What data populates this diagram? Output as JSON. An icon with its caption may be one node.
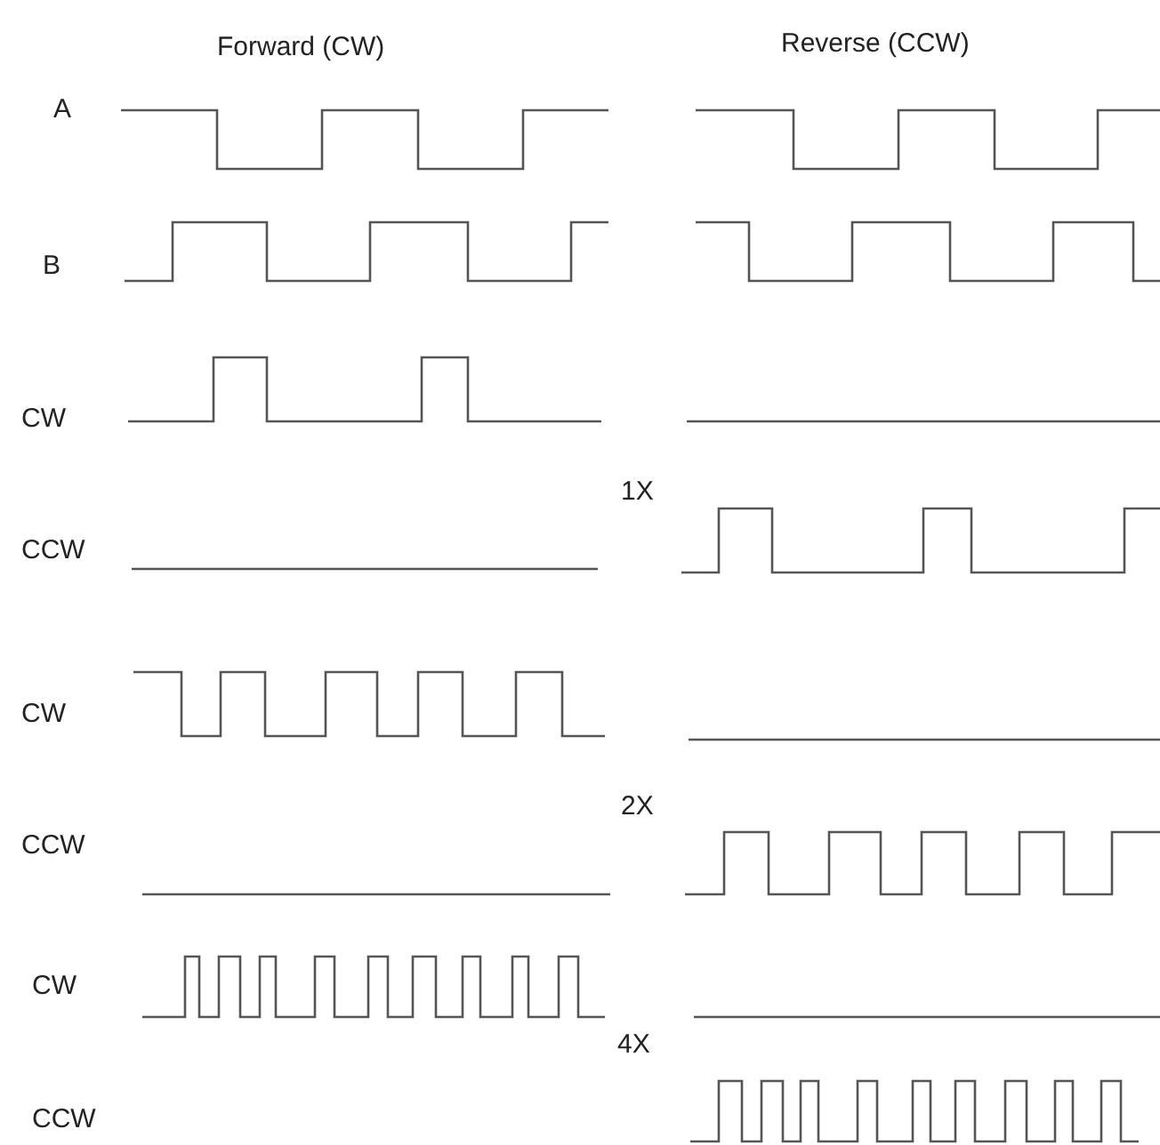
{
  "diagram": {
    "labels": [
      "Forward (CW)",
      "Reverse (CCW)",
      "A",
      "B",
      "CW",
      "1X",
      "CCW",
      "CW",
      "2X",
      "CCW",
      "CW",
      "4X",
      "CCW"
    ]
  }
}
